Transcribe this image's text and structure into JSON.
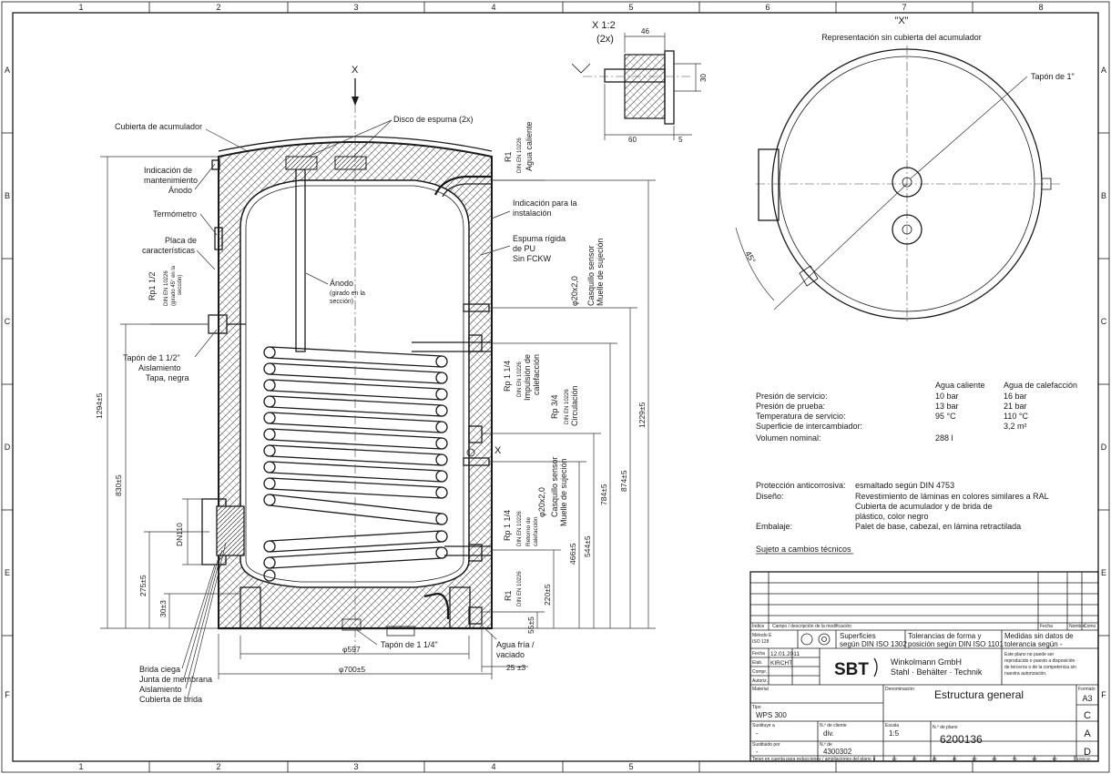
{
  "grid": {
    "columns": [
      "1",
      "2",
      "3",
      "4",
      "5",
      "6",
      "7",
      "8"
    ],
    "rows": [
      "A",
      "B",
      "C",
      "D",
      "E",
      "F"
    ]
  },
  "section_marker": "X",
  "detail": {
    "title": "X 1:2",
    "subtitle": "(2x)",
    "dims": [
      "46",
      "30",
      "60",
      "5"
    ]
  },
  "top_view": {
    "title": "\"X\"",
    "subtitle": "Representación sin cubierta del acumulador",
    "plug_label": "Tapón de 1\"",
    "angle_label": "45°"
  },
  "left_labels": {
    "cover": "Cubierta de acumulador",
    "maint_1": "Indicación de",
    "maint_2": "mantenimiento",
    "maint_3": "Ánodo",
    "thermo": "Termómetro",
    "plate_1": "Placa de",
    "plate_2": "características",
    "rp_main": "Rp1 1/2",
    "rp_din": "DIN EN 10226",
    "rp_note_1": "(girado 45° en la",
    "rp_note_2": "sección)",
    "plug_1": "Tapón de 1 1/2\"",
    "plug_2": "Aislamiento",
    "plug_3": "Tapa, negra",
    "flange_1": "Brida ciega",
    "flange_2": "Junta de membrana",
    "flange_3": "Aislamiento",
    "flange_4": "Cubierta de brida"
  },
  "center_labels": {
    "foam_disc": "Disco de espuma (2x)",
    "anode_1": "Ánodo",
    "anode_2": "(girado en la",
    "anode_3": "sección)",
    "bottom_plug": "Tapón de 1 1/4\""
  },
  "right_labels": {
    "r1_top": "R1",
    "din": "DIN EN 10226",
    "hot_water": "Agua caliente",
    "install_1": "Indicación para la",
    "install_2": "instalación",
    "foam_1": "Espuma rígida",
    "foam_2": "de PU",
    "foam_3": "Sin FCKW",
    "sensor_dim": "φ20x2,0",
    "sensor_1": "Casquillo sensor",
    "sensor_2": "Muelle de sujeción",
    "rp114_top": "Rp 1 1/4",
    "supply_1": "Impulsión de",
    "supply_2": "calefacción",
    "rp34": "Rp 3/4",
    "circulation": "Circulación",
    "rp114_bot": "Rp 1 1/4",
    "return_1": "Retorno de",
    "return_2": "calefacción",
    "sensor_dim_2": "φ20x2,0",
    "sensor_3": "Casquillo sensor",
    "sensor_4": "Muelle de sujeción",
    "r1_bot": "R1",
    "cold_1": "Agua fría /",
    "cold_2": "vaciado",
    "x_mark": "X"
  },
  "dimensions": {
    "d1294": "1294±5",
    "d830": "830±5",
    "d275": "275±5",
    "d30": "30±3",
    "dn110": "DN110",
    "d1229": "1229±5",
    "d874": "874±5",
    "d784": "784±5",
    "d544": "544±5",
    "d466": "466±5",
    "d220": "220±5",
    "d55": "55±5",
    "d597": "φ597",
    "d700": "φ700±5",
    "d25": "25 ±3"
  },
  "spec_table": {
    "col_hot": "Agua caliente",
    "col_heat": "Agua de calefacción",
    "rows": [
      {
        "label": "Presión de servicio:",
        "hot": "10 bar",
        "heat": "16 bar"
      },
      {
        "label": "Presión de prueba:",
        "hot": "13 bar",
        "heat": "21 bar"
      },
      {
        "label": "Temperatura de servicio:",
        "hot": "95 °C",
        "heat": "110 °C"
      },
      {
        "label": "Superficie de intercambiador:",
        "hot": "",
        "heat": "3,2 m²"
      },
      {
        "label": "Volumen nominal:",
        "hot": "288 l",
        "heat": ""
      }
    ]
  },
  "notes": {
    "corrosion_label": "Protección anticorrosiva:",
    "corrosion_value": "esmaltado según DIN 4753",
    "design_label": "Diseño:",
    "design_1": "Revestimiento de láminas en colores similares a RAL",
    "design_2": "Cubierta de acumulador y de brida de",
    "design_3": "plástico, color negro",
    "pack_label": "Embalaje:",
    "pack_value": "Palet de base, cabezal, en lámina retractilada",
    "changes": "Sujeto a cambios técnicos"
  },
  "title_block": {
    "col_index": "Índice",
    "col_field": "Campo / descripción de la modificación",
    "col_date": "Fecha",
    "col_name": "Nombre",
    "col_name2": "Como",
    "method_1": "Método E",
    "method_2": "ISO 128",
    "surfaces_1": "Superficies",
    "surfaces_2": "según DIN ISO 1302",
    "tol_1": "Tolerancias de forma y",
    "tol_2": "posición según DIN ISO  1101",
    "meas_1": "Medidas sin datos de",
    "meas_2": "tolerancia según -",
    "row_fecha": "Fecha",
    "row_elab": "Elab.",
    "row_compr": "Compr.",
    "row_autoriz": "Autoriz.",
    "date_value": "12.01.2011",
    "name_value": "KIRCHT",
    "logo": "SBT",
    "company_1": "Winkolmann GmbH",
    "company_2": "Stahl · Behälter · Technik",
    "legal_1": "Este plano no puede ser",
    "legal_2": "reproducido o puesto a disposición",
    "legal_3": "de terceros o de la competencia sin",
    "legal_4": "nuestra autorización.",
    "material": "Material",
    "denom_label": "Denominación",
    "denomination": "Estructura general",
    "format_label": "Formato",
    "format_value": "A3",
    "letters": [
      "C",
      "A",
      "D"
    ],
    "type_label": "Tipo",
    "type_value": "WPS 300",
    "replaces_label": "Sustituye a",
    "replaces_value": "-",
    "client_label": "N.º de cliente",
    "client_value": "div.",
    "scale_label": "Escala",
    "scale_value": "1:5",
    "plan_label": "N.º de plano",
    "plan_value": "6200136",
    "replaced_label": "Sustituido por",
    "replaced_value": "-",
    "num_label": "N.º de",
    "num_value": "4300302",
    "footer_note": "Tener en cuenta para reducciones / ampliaciones del plano",
    "scale_ticks": [
      "0",
      "10",
      "20",
      "30",
      "40",
      "50",
      "60",
      "70",
      "80",
      "90",
      "100mm"
    ]
  }
}
